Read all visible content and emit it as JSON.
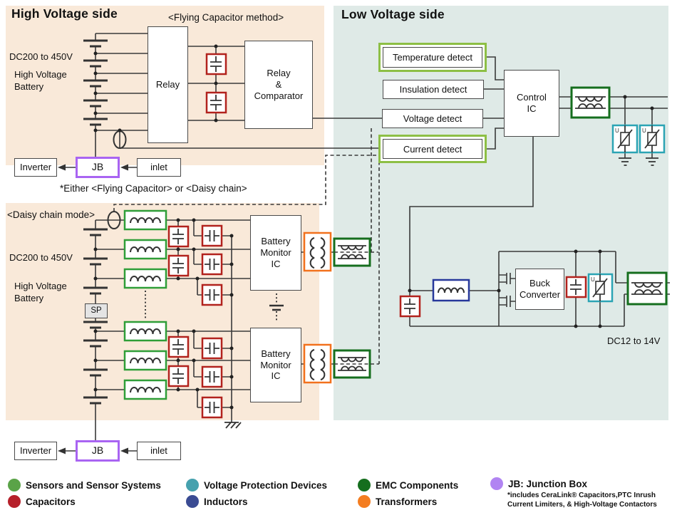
{
  "titles": {
    "hv": "High Voltage side",
    "lv": "Low Voltage side"
  },
  "annotations": {
    "flying_method": "<Flying Capacitor method>",
    "daisy_mode": "<Daisy chain mode>",
    "either_note": "*Either <Flying Capacitor> or <Daisy chain>",
    "hv_range_top": "DC200 to 450V",
    "hv_battery_top": "High Voltage\nBattery",
    "hv_range_bottom": "DC200 to 450V",
    "hv_battery_bottom": "High Voltage\nBattery",
    "lv_range": "DC12 to 14V"
  },
  "blocks": {
    "relay": "Relay",
    "relay_comparator": "Relay\n&\nComparator",
    "temperature_detect": "Temperature detect",
    "insulation_detect": "Insulation detect",
    "voltage_detect": "Voltage detect",
    "current_detect": "Current detect",
    "control_ic": "Control\nIC",
    "battery_monitor_ic_1": "Battery\nMonitor\nIC",
    "battery_monitor_ic_2": "Battery\nMonitor\nIC",
    "buck_converter": "Buck\nConverter",
    "sp": "SP",
    "inverter_top": "Inverter",
    "jb_top": "JB",
    "inlet_top": "inlet",
    "inverter_bottom": "Inverter",
    "jb_bottom": "JB",
    "inlet_bottom": "inlet"
  },
  "legend": {
    "items": [
      {
        "label": "Sensors and Sensor Systems",
        "color": "#5aa348"
      },
      {
        "label": "Capacitors",
        "color": "#b6202a"
      },
      {
        "label": "Voltage Protection Devices",
        "color": "#46a1ae"
      },
      {
        "label": "Inductors",
        "color": "#3a4b93"
      },
      {
        "label": "EMC Components",
        "color": "#156e1e"
      },
      {
        "label": "Transformers",
        "color": "#f47d20"
      },
      {
        "label": "JB: Junction Box",
        "color": "#b184f2",
        "note": "*includes CeraLink® Capacitors,PTC Inrush\nCurrent Limiters, & High-Voltage Contactors"
      }
    ]
  },
  "colors": {
    "hv_background": "#f9e9d9",
    "lv_background": "#dfeae7",
    "sensor_green": "#2f9e38",
    "sensor_light_green": "#8dbf45",
    "capacitor_red": "#b2221d",
    "emc_green": "#156e1e",
    "transformer_orange": "#f2711d",
    "protection_teal": "#2ba4b4",
    "inductor_blue": "#27389b",
    "junction_box_purple": "#a964f2"
  }
}
